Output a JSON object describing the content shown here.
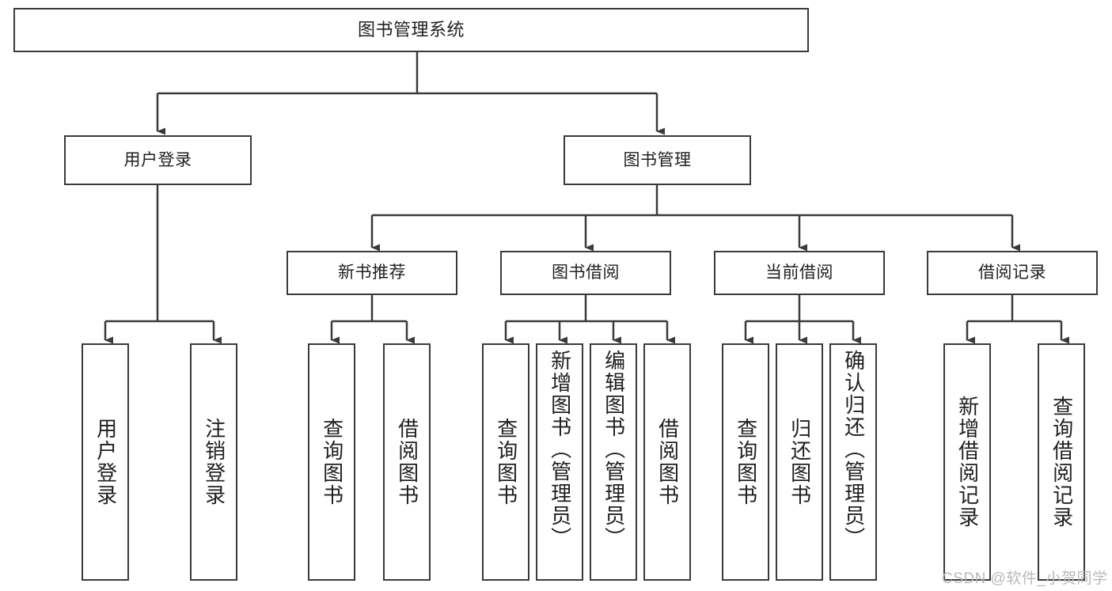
{
  "diagram": {
    "type": "hierarchy-tree",
    "title": "图书管理系统",
    "root": {
      "label": "图书管理系统"
    },
    "level2": [
      {
        "label": "用户登录"
      },
      {
        "label": "图书管理"
      }
    ],
    "level3": [
      {
        "label": "新书推荐"
      },
      {
        "label": "图书借阅"
      },
      {
        "label": "当前借阅"
      },
      {
        "label": "借阅记录"
      }
    ],
    "leaves": {
      "user_login": [
        {
          "label": "用户登录"
        },
        {
          "label": "注销登录"
        }
      ],
      "new_book_recommend": [
        {
          "label": "查询图书"
        },
        {
          "label": "借阅图书"
        }
      ],
      "book_borrow": [
        {
          "label": "查询图书"
        },
        {
          "label": "新增图书（管理员）"
        },
        {
          "label": "编辑图书（管理员）"
        },
        {
          "label": "借阅图书"
        }
      ],
      "current_borrow": [
        {
          "label": "查询图书"
        },
        {
          "label": "归还图书"
        },
        {
          "label": "确认归还（管理员）"
        }
      ],
      "borrow_record": [
        {
          "label": "新增借阅记录"
        },
        {
          "label": "查询借阅记录"
        }
      ]
    }
  },
  "watermark": {
    "text": "CSDN @软件_小贺同学"
  },
  "colors": {
    "stroke": "#3a3a3a",
    "text": "#1f1f1f",
    "background": "#ffffff",
    "watermark": "#b9b9b9"
  }
}
